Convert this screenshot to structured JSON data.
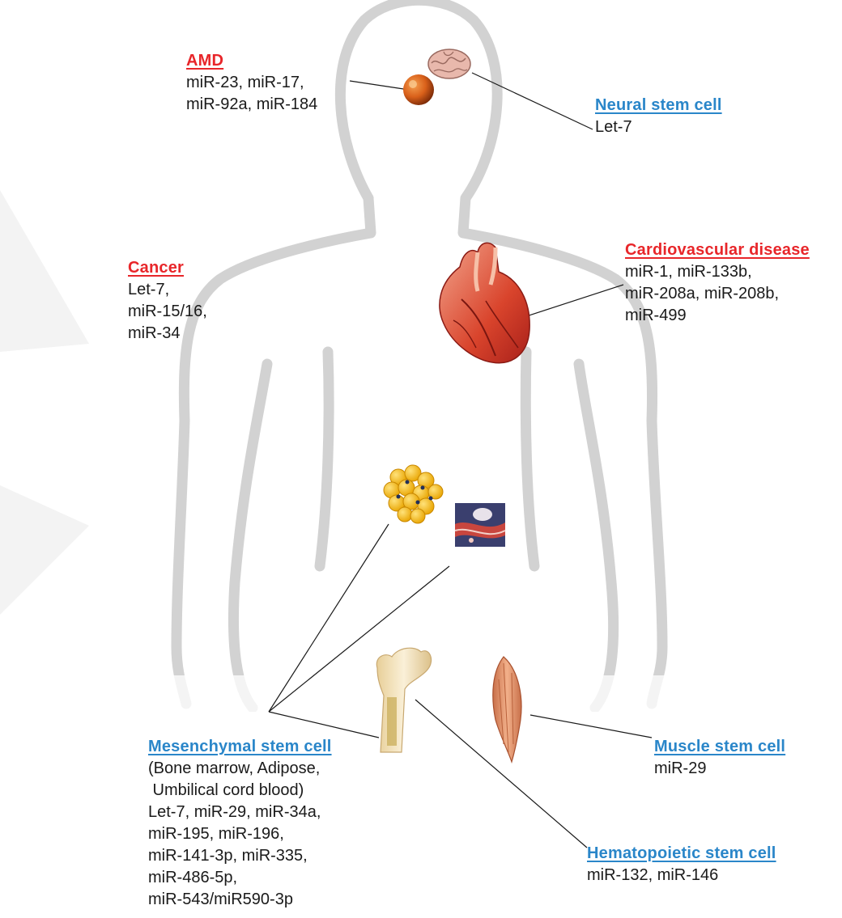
{
  "colors": {
    "disease": "#e8262a",
    "stem_cell": "#2a86c9",
    "body_outline": "#d4d4d4",
    "watermark": "#f2f2f2"
  },
  "labels": {
    "amd": {
      "title": "AMD",
      "lines": [
        "miR-23, miR-17,",
        "miR-92a, miR-184"
      ]
    },
    "neural": {
      "title": "Neural stem cell",
      "lines": [
        "Let-7"
      ]
    },
    "cancer": {
      "title": "Cancer",
      "lines": [
        "Let-7,",
        "miR-15/16,",
        "miR-34"
      ]
    },
    "cardio": {
      "title": "Cardiovascular disease",
      "lines": [
        "miR-1, miR-133b,",
        "miR-208a, miR-208b,",
        "miR-499"
      ]
    },
    "mesenchymal": {
      "title": "Mesenchymal stem cell",
      "lines": [
        "(Bone marrow, Adipose,",
        " Umbilical cord blood)",
        "Let-7, miR-29, miR-34a,",
        "miR-195, miR-196,",
        "miR-141-3p, miR-335,",
        "miR-486-5p,",
        "miR-543/miR590-3p"
      ]
    },
    "muscle": {
      "title": "Muscle stem cell",
      "lines": [
        "miR-29"
      ]
    },
    "hematopoietic": {
      "title": "Hematopoietic stem cell",
      "lines": [
        "miR-132, miR-146"
      ]
    }
  },
  "icons": [
    "brain-icon",
    "eye-icon",
    "heart-icon",
    "adipocyte-cluster-icon",
    "umbilical-tissue-icon",
    "femur-bone-icon",
    "muscle-icon"
  ]
}
